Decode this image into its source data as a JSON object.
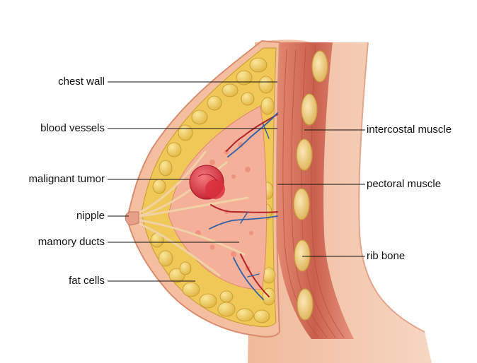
{
  "labels": {
    "chest_wall": "chest wall",
    "blood_vessels": "blood vessels",
    "malignant_tumor": "malignant tumor",
    "nipple": "nipple",
    "mamory_ducts": "mamory ducts",
    "fat_cells": "fat cells",
    "intercostal_muscle": "intercostal muscle",
    "pectoral_muscle": "pectoral muscle",
    "rib_bone": "rib bone"
  },
  "colors": {
    "skin": "#f2c7a8",
    "skin_edge": "#d98b6e",
    "fat": "#f1cf5c",
    "fat_edge": "#c99a2c",
    "gland": "#f3a98e",
    "muscle": "#d9705a",
    "tumor": "#e2323f",
    "vein": "#2f5fa8",
    "artery": "#b3232a",
    "bone": "#f6d68a",
    "leader": "#111111"
  }
}
